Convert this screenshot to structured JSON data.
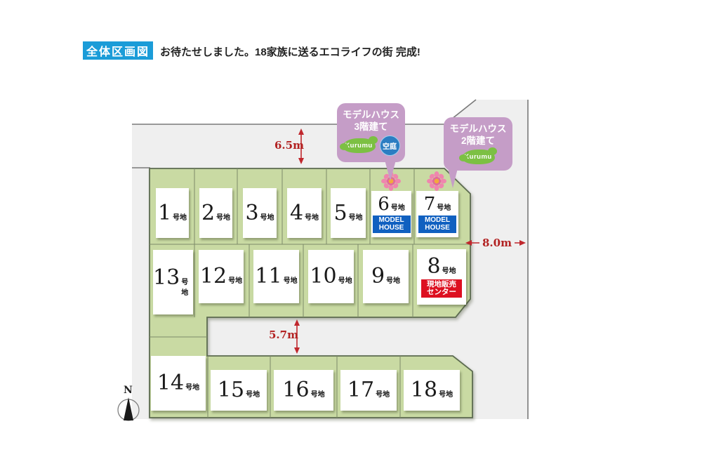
{
  "header": {
    "badge_label": "全体区画図",
    "tagline": "お待たせしました。18家族に送るエコライフの街 完成!"
  },
  "callouts": [
    {
      "line1": "モデルハウス",
      "line2": "3階建て",
      "kurumu_label": "Kurumu",
      "soraniwa_label": "空庭"
    },
    {
      "line1": "モデルハウス",
      "line2": "2階建て",
      "kurumu_label": "Kurumu"
    }
  ],
  "measurements": {
    "top_road": "6.5m",
    "right_road": "8.0m",
    "middle_road": "5.7m"
  },
  "lot_suffix": "号地",
  "lots": [
    {
      "number": "1"
    },
    {
      "number": "2"
    },
    {
      "number": "3"
    },
    {
      "number": "4"
    },
    {
      "number": "5"
    },
    {
      "number": "6",
      "badge_line1": "MODEL",
      "badge_line2": "HOUSE",
      "flower": true
    },
    {
      "number": "7",
      "badge_line1": "MODEL",
      "badge_line2": "HOUSE",
      "flower": true
    },
    {
      "number": "8",
      "badge_line1": "現地販売",
      "badge_line2": "センター"
    },
    {
      "number": "9"
    },
    {
      "number": "10"
    },
    {
      "number": "11"
    },
    {
      "number": "12"
    },
    {
      "number": "13"
    },
    {
      "number": "14"
    },
    {
      "number": "15"
    },
    {
      "number": "16"
    },
    {
      "number": "17"
    },
    {
      "number": "18"
    }
  ],
  "compass": {
    "north_label": "N"
  },
  "colors": {
    "header_blue": "#1b9cd8",
    "lot_green": "#c9daa3",
    "road_gray": "#efefef",
    "callout_purple": "#c59dc7",
    "kurumu_green": "#7cc043",
    "soraniwa_blue": "#2b7dc2",
    "model_house_blue": "#1060c0",
    "sales_center_red": "#dd1020",
    "measure_red": "#b22222"
  }
}
